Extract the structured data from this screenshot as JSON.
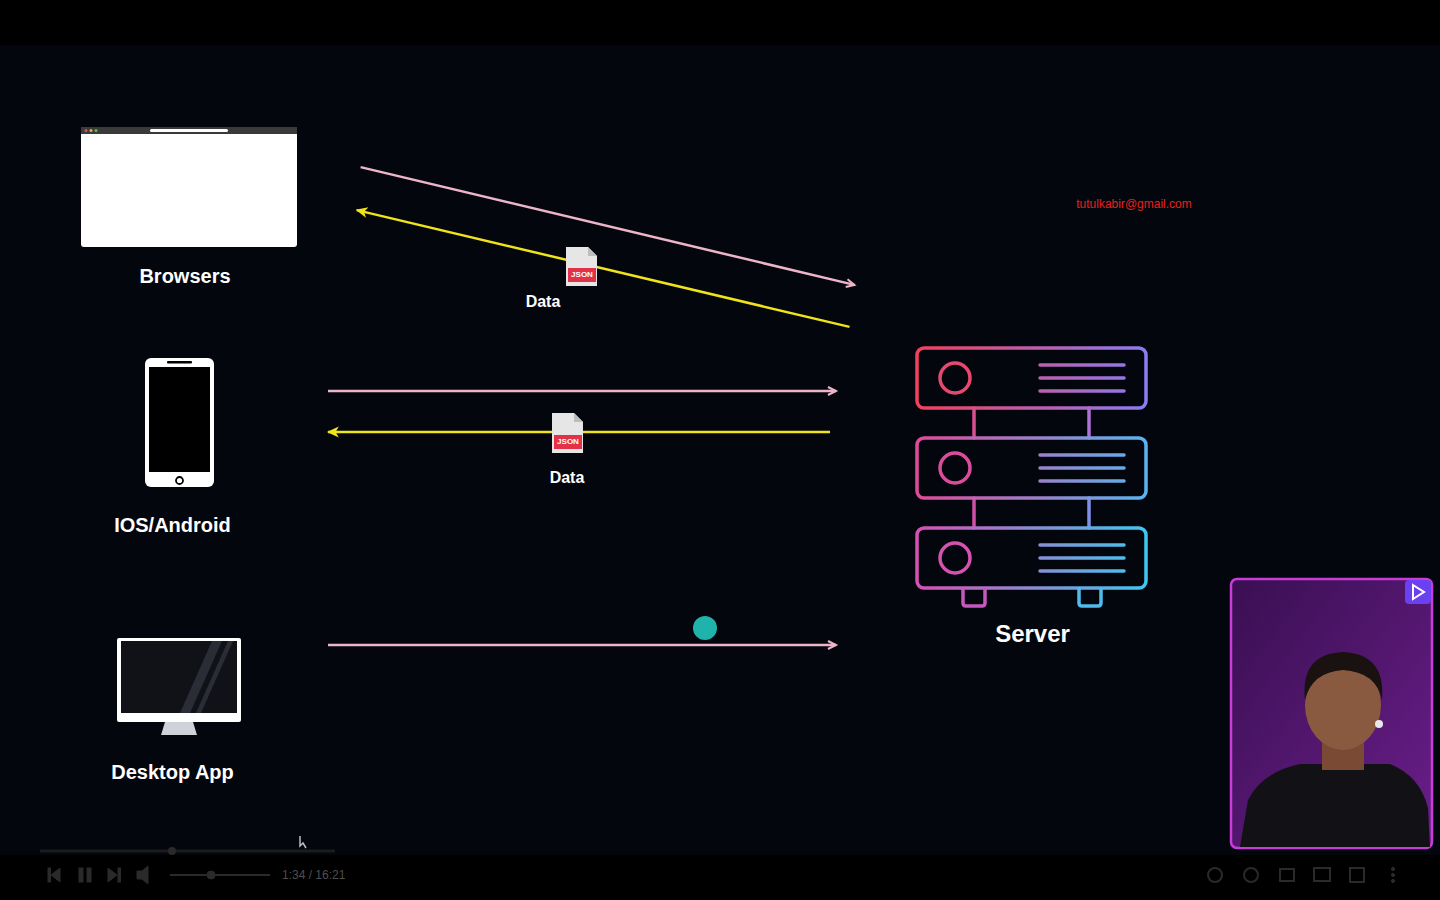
{
  "diagram": {
    "nodes": [
      {
        "text": [
          "Browsers"
        ]
      },
      {
        "text": [
          "IOS/Android"
        ]
      },
      {
        "text": [
          "Desktop App"
        ]
      },
      {
        "text": [
          "Server"
        ]
      }
    ],
    "edges": [
      {
        "from": 0,
        "to": 3,
        "arrow": "to"
      },
      {
        "from": 3,
        "to": 0,
        "label": "Data",
        "arrow": "to"
      },
      {
        "from": 1,
        "to": 3,
        "arrow": "to"
      },
      {
        "from": 3,
        "to": 1,
        "label": "Data",
        "arrow": "to"
      },
      {
        "from": 2,
        "to": 3,
        "arrow": "to"
      }
    ],
    "labels": [
      "tutulkabir@gmail.com",
      "JSON",
      "JSON",
      "1:34 / 16:21"
    ]
  }
}
